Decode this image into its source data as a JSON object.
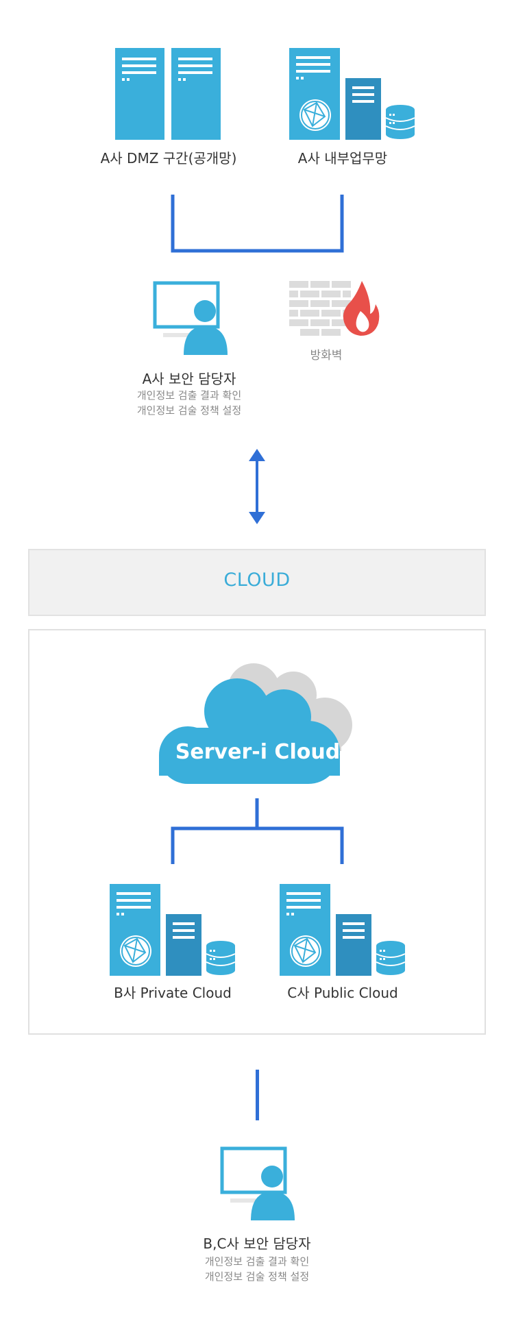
{
  "top_servers": {
    "dmz_label": "A사 DMZ 구간(공개망)",
    "internal_label": "A사 내부업무망"
  },
  "a_admin": {
    "title": "A사 보안 담당자",
    "line1": "개인정보 검출 결과 확인",
    "line2": "개인정보 검술 정책 설정"
  },
  "firewall": {
    "label": "방화벽"
  },
  "cloud_bar": {
    "label": "CLOUD"
  },
  "cloud": {
    "label": "Server-i Cloud"
  },
  "b_cloud": {
    "label": "B사 Private Cloud"
  },
  "c_cloud": {
    "label": "C사 Public Cloud"
  },
  "bc_admin": {
    "title": "B,C사 보안 담당자",
    "line1": "개인정보 검출 결과 확인",
    "line2": "개인정보 검술 정책 설정"
  },
  "colors": {
    "server_blue": "#3aafdb",
    "server_dark": "#2f8fbf",
    "line_blue": "#2f6fd6",
    "fire_red": "#e8504a",
    "brick_gray": "#dcdcdc"
  }
}
